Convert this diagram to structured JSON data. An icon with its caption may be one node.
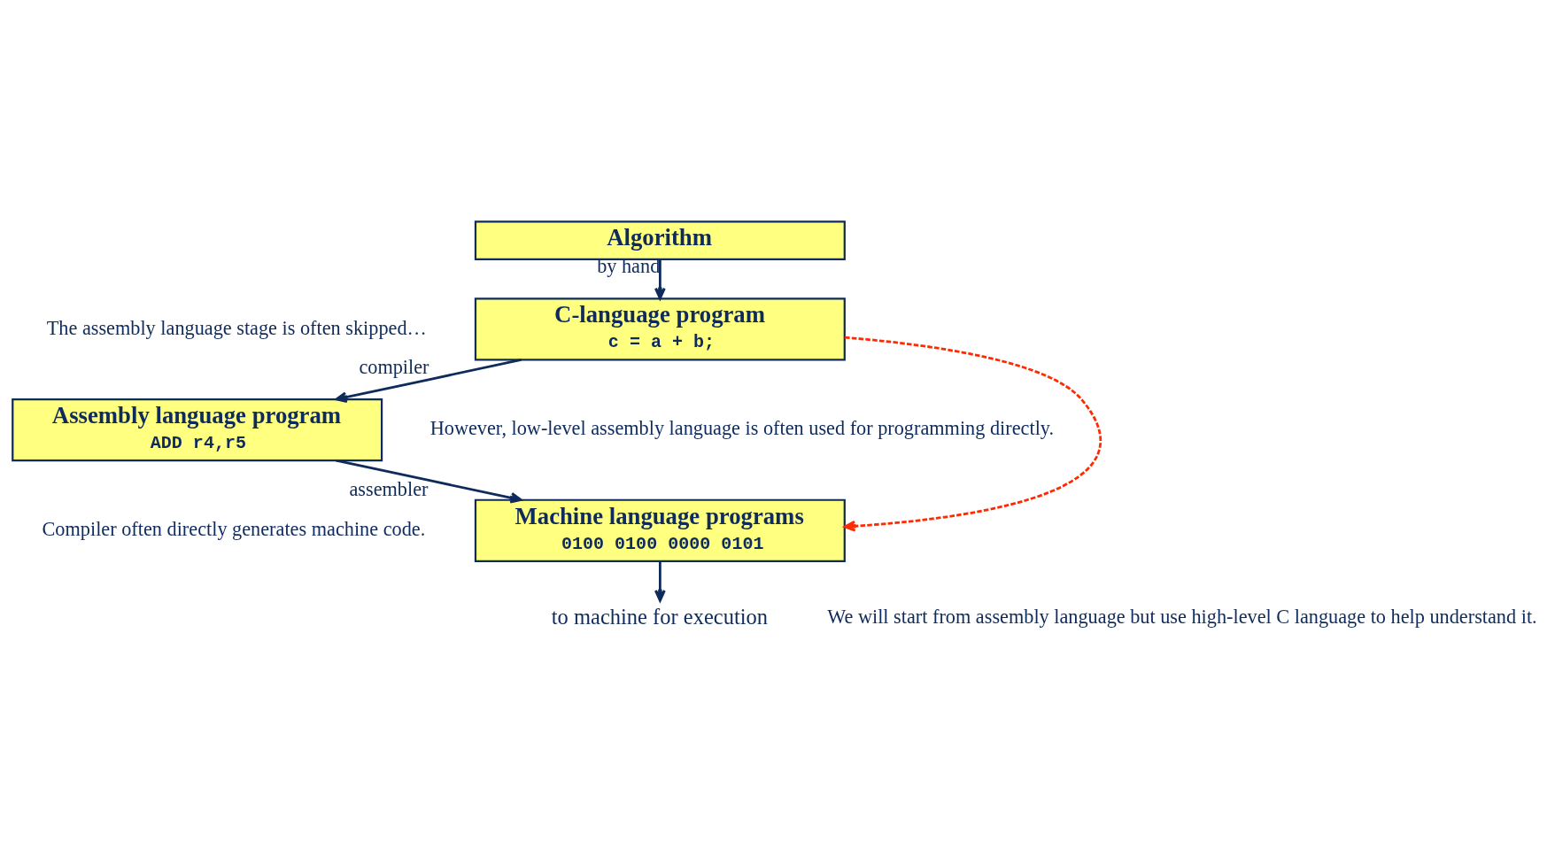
{
  "diagram": {
    "nodes": [
      {
        "text": [
          "Algorithm"
        ]
      },
      {
        "text": [
          "C-language program",
          "c = a + b;"
        ]
      },
      {
        "text": [
          "Assembly language program",
          "ADD r4,r5"
        ]
      },
      {
        "text": [
          "Machine language programs",
          "0100 0100 0000 0101"
        ]
      },
      {
        "text": [
          "to machine for execution"
        ]
      }
    ],
    "edges": [
      {
        "from": 0,
        "to": 1,
        "arrow": "to",
        "label": "by hand"
      },
      {
        "from": 1,
        "to": 2,
        "arrow": "to",
        "label": "compiler"
      },
      {
        "from": 1,
        "to": 3,
        "arrow": "to",
        "style": "dashed",
        "color": "#ff2a00"
      },
      {
        "from": 2,
        "to": 3,
        "arrow": "to",
        "label": "assembler"
      },
      {
        "from": 3,
        "to": 4,
        "arrow": "to"
      }
    ],
    "labels": [
      "The assembly language stage is often skipped…",
      "Compiler often directly generates machine code.",
      "However, low-level assembly language is often used for programming directly.",
      "We will start from assembly language but use high-level C language to help understand it."
    ]
  }
}
